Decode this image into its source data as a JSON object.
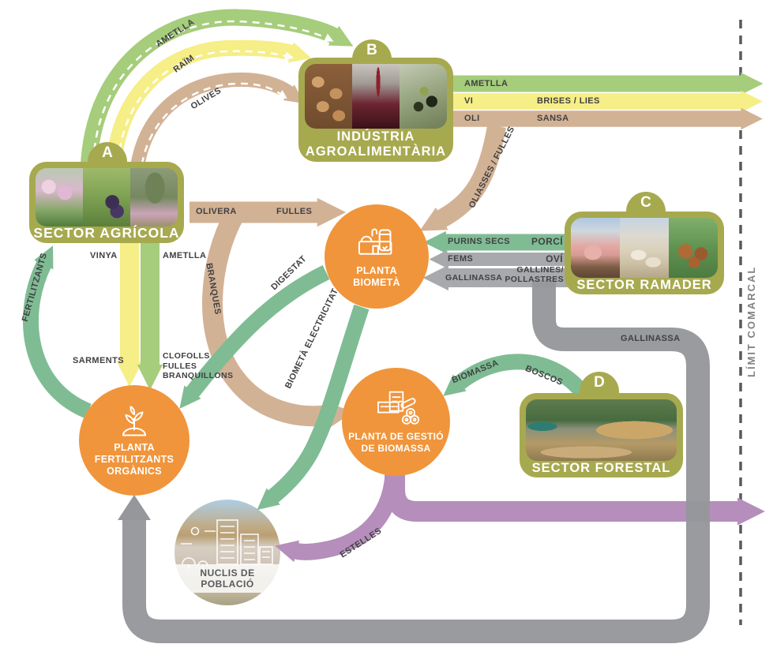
{
  "limit": {
    "label": "LÍMIT COMARCAL"
  },
  "sectors": {
    "agricola": {
      "tag": "A",
      "label": "SECTOR AGRÍCOLA"
    },
    "agroalimentaria": {
      "tag": "B",
      "label_line1": "INDÚSTRIA",
      "label_line2": "AGROALIMENTÀRIA"
    },
    "ramader": {
      "tag": "C",
      "label": "SECTOR RAMADER"
    },
    "forestal": {
      "tag": "D",
      "label": "SECTOR FORESTAL"
    }
  },
  "plants": {
    "biometa": {
      "line1": "PLANTA",
      "line2": "BIOMETÀ"
    },
    "fertilitzants": {
      "line1": "PLANTA",
      "line2": "FERTILITZANTS",
      "line3": "ORGÀNICS"
    },
    "biomassa": {
      "line1": "PLANTA DE GESTIÓ",
      "line2": "DE BIOMASSA"
    },
    "nuclis": {
      "label": "NUCLIS DE POBLACIÓ"
    }
  },
  "flow_labels": {
    "ametlla_arc": "AMETLLA",
    "raim_arc": "RAÏM",
    "olives_arc": "OLIVES",
    "ametlla_export": "AMETLLA",
    "vi": "VI",
    "brises_lies": "BRISES / LIES",
    "oli": "OLI",
    "sansa": "SANSA",
    "oliasses_fulles": "OLIASSES / FULLES",
    "olivera": "OLIVERA",
    "fulles": "FULLES",
    "branques": "BRANQUES",
    "vinya": "VINYA",
    "ametlla_down": "AMETLLA",
    "sarments": "SARMENTS",
    "clofolls_line1": "CLOFOLLS",
    "clofolls_line2": "FULLES",
    "clofolls_line3": "BRANQUILLONS",
    "fertilitzants": "FERTILITZANTS",
    "digestat": "DIGESTAT",
    "biometa_electricitat": "BIOMETÀ ELECTRICITAT",
    "purins_secs": "PURINS SECS",
    "porci": "PORCÍ",
    "fems": "FEMS",
    "ovi": "OVÍ",
    "gallinassa_c": "GALLINASSA",
    "gallines_line1": "GALLINES/",
    "gallines_line2": "POLLASTRES",
    "gallinassa_flow": "GALLINASSA",
    "biomassa": "BIOMASSA",
    "boscos": "BOSCOS",
    "estelles": "ESTELLES"
  },
  "colors": {
    "olive": "#A7A94F",
    "orange": "#F0953B",
    "green": "#A5CD7B",
    "yellow": "#F6EE86",
    "tan": "#D2B295",
    "sage": "#7FBC94",
    "grayl": "#A7A9AC",
    "gray": "#95979A",
    "purple": "#B58EBB",
    "label": "#414042",
    "limit": "#808285"
  }
}
